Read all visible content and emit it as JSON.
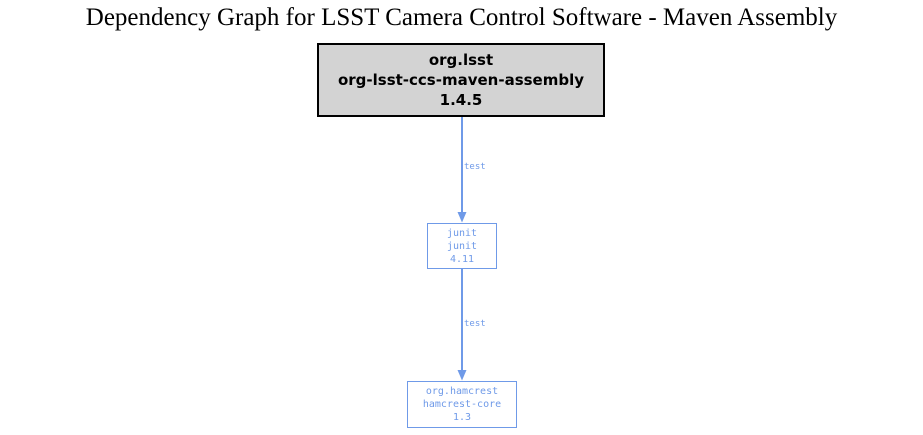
{
  "title": "Dependency Graph for LSST Camera Control Software - Maven Assembly",
  "colors": {
    "root_fill": "#d3d3d3",
    "root_border": "#000000",
    "root_text": "#000000",
    "dependency_border": "#6f9ae8",
    "dependency_text": "#6f9ae8",
    "edge": "#6f9ae8",
    "background": "#ffffff"
  },
  "graph": {
    "type": "dependency-graph",
    "nodes": [
      {
        "id": "root",
        "group_id": "org.lsst",
        "artifact_id": "org-lsst-ccs-maven-assembly",
        "version": "1.4.5",
        "style": "root"
      },
      {
        "id": "junit",
        "group_id": "junit",
        "artifact_id": "junit",
        "version": "4.11",
        "style": "dependency"
      },
      {
        "id": "hamcrest",
        "group_id": "org.hamcrest",
        "artifact_id": "hamcrest-core",
        "version": "1.3",
        "style": "dependency"
      }
    ],
    "edges": [
      {
        "from": "root",
        "to": "junit",
        "label": "test"
      },
      {
        "from": "junit",
        "to": "hamcrest",
        "label": "test"
      }
    ]
  }
}
